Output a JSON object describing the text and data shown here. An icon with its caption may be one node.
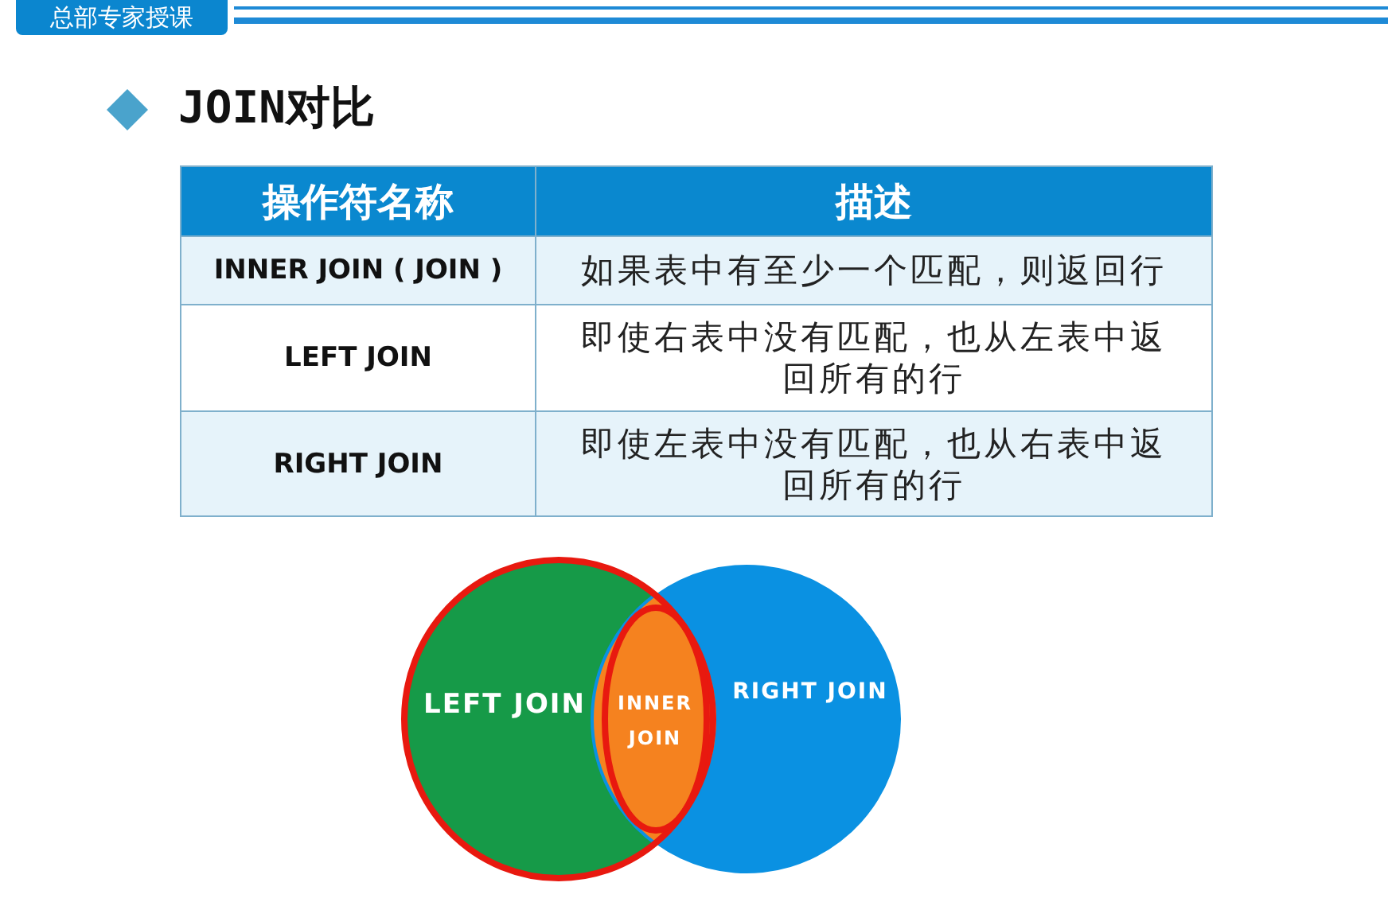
{
  "diagram": {
    "title": "JOIN对比",
    "nodes": [
      {
        "text": [
          "LEFT JOIN"
        ]
      },
      {
        "text": [
          "INNER JOIN"
        ]
      },
      {
        "text": [
          "RIGHT JOIN"
        ]
      }
    ],
    "labels": [
      "总部专家授课",
      "操作符名称",
      "描述",
      "INNER JOIN ( JOIN )",
      "如果表中有至少一个匹配，则返回行",
      "LEFT JOIN",
      "即使右表中没有匹配，也从左表中返回所有的行",
      "RIGHT JOIN",
      "即使左表中没有匹配，也从右表中返回所有的行"
    ]
  }
}
